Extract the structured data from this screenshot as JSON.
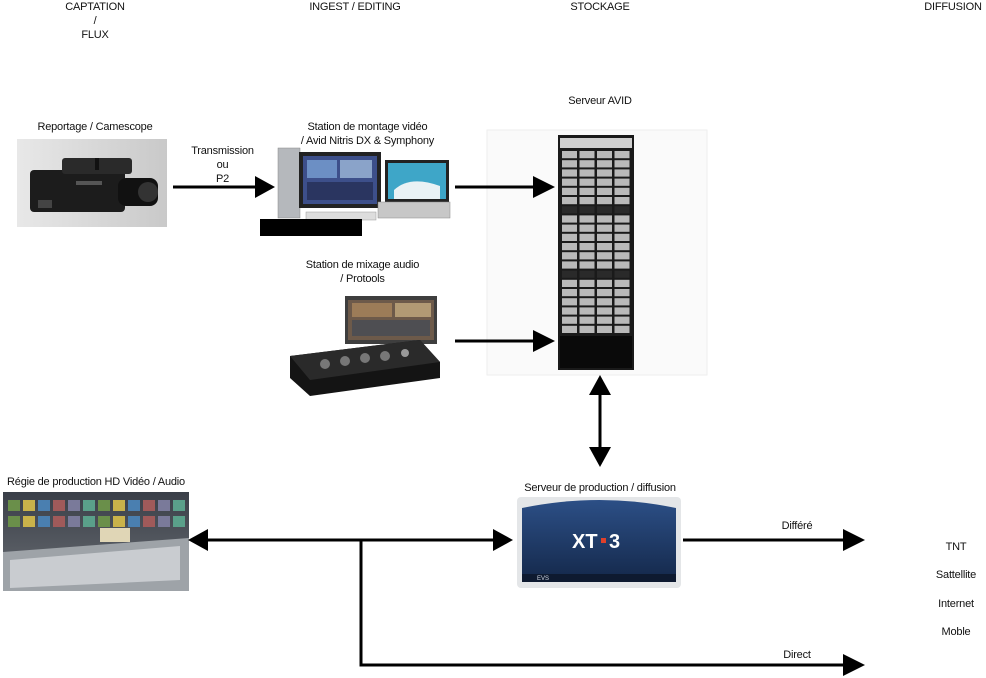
{
  "columns": {
    "captation": [
      "CAPTATION",
      "/",
      "FLUX"
    ],
    "ingest": "INGEST / EDITING",
    "stockage": "STOCKAGE",
    "diffusion": "DIFFUSION"
  },
  "nodes": {
    "camera": "Reportage / Camescope",
    "edit_station": [
      "Station de montage vidéo",
      "/ Avid Nitris DX & Symphony"
    ],
    "audio_station": [
      "Station de mixage audio",
      "/ Protools"
    ],
    "avid_server": "Serveur AVID",
    "regie": "Régie de production HD Vidéo / Audio",
    "prod_server": "Serveur de production / diffusion",
    "xt3_logo": "XT",
    "xt3_num": "3",
    "evs_label": "EVS"
  },
  "links": {
    "transmission": [
      "Transmission",
      "ou",
      "P2"
    ],
    "differe": "Différé",
    "direct": "Direct"
  },
  "outputs": [
    "TNT",
    "Sattellite",
    "Internet",
    "Moble"
  ],
  "colors": {
    "arrow": "#000000",
    "rack": "#1a1a1a",
    "xt3_body": "#1f3a66"
  }
}
